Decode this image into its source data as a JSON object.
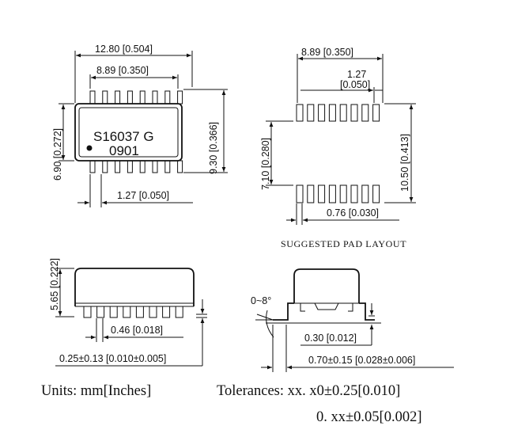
{
  "top_view": {
    "overall_length": "12.80 [0.504]",
    "pin_row_span": "8.89 [0.350]",
    "body_width": "6.90 [0.272]",
    "overall_width": "9.30 [0.366]",
    "pin_pitch": "1.27 [0.050]",
    "marking_line1": "S16037 G",
    "marking_line2": "0901"
  },
  "pad_layout": {
    "row_span": "8.89 [0.350]",
    "pitch_value": "1.27",
    "pitch_inch": "[0.050]",
    "inner_gap": "7.10 [0.280]",
    "outer_span": "10.50 [0.413]",
    "pad_width": "0.76 [0.030]",
    "caption": "SUGGESTED PAD LAYOUT"
  },
  "side_view": {
    "height": "5.65 [0.222]",
    "lead_width": "0.46 [0.018]",
    "standoff": "0.25±0.13 [0.010±0.005]"
  },
  "end_view": {
    "angle": "0~8°",
    "lead_thickness": "0.30 [0.012]",
    "foot_length": "0.70±0.15 [0.028±0.006]"
  },
  "footer": {
    "units": "Units: mm[Inches]",
    "tolerance_line1": "Tolerances: xx. x0±0.25[0.010]",
    "tolerance_line2": "0. xx±0.05[0.002]"
  }
}
